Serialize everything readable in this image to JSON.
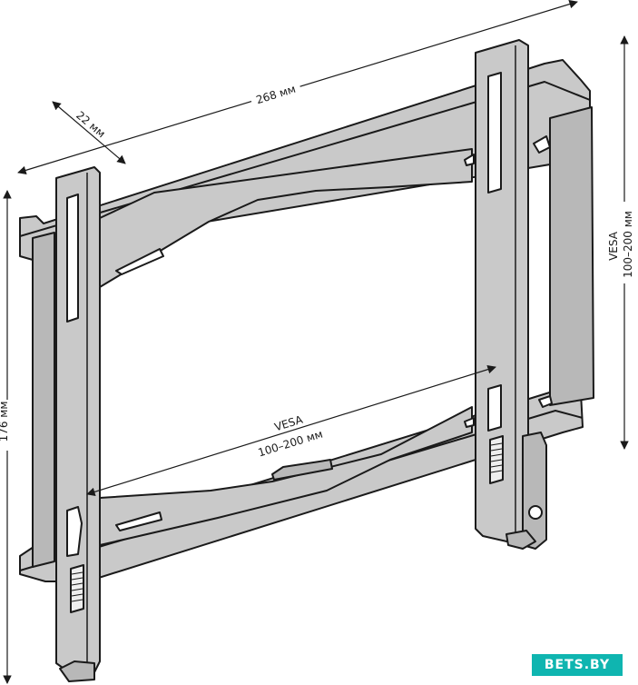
{
  "dimensions": {
    "width": "268 мм",
    "depth": "22 мм",
    "height": "176 мм",
    "vesa_label": "VESA",
    "vesa_range": "100–200 мм"
  },
  "logo": {
    "text": "BETS.BY"
  },
  "colors": {
    "metal": "#c9c9c9",
    "metal_dark": "#b2b2b2",
    "outline": "#1a1a1a",
    "badge": "#0fb5b0"
  }
}
